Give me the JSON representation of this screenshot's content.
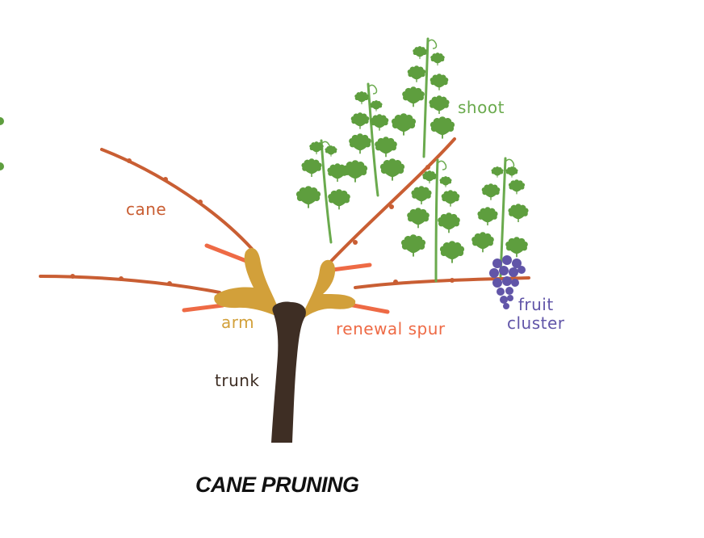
{
  "diagram": {
    "title": "CANE PRUNING",
    "labels": {
      "cane": "cane",
      "shoot": "shoot",
      "arm": "arm",
      "renewal_spur": "renewal spur",
      "trunk": "trunk",
      "fruit_cluster_line1": "fruit",
      "fruit_cluster_line2": "cluster"
    },
    "colors": {
      "cane": "#c95e33",
      "renewal_spur": "#ee6a45",
      "arm": "#d2a03a",
      "trunk": "#3e2e24",
      "shoot": "#6aaa4d",
      "leaf": "#5e9e3e",
      "fruit": "#6155a8",
      "title": "#111111"
    }
  }
}
